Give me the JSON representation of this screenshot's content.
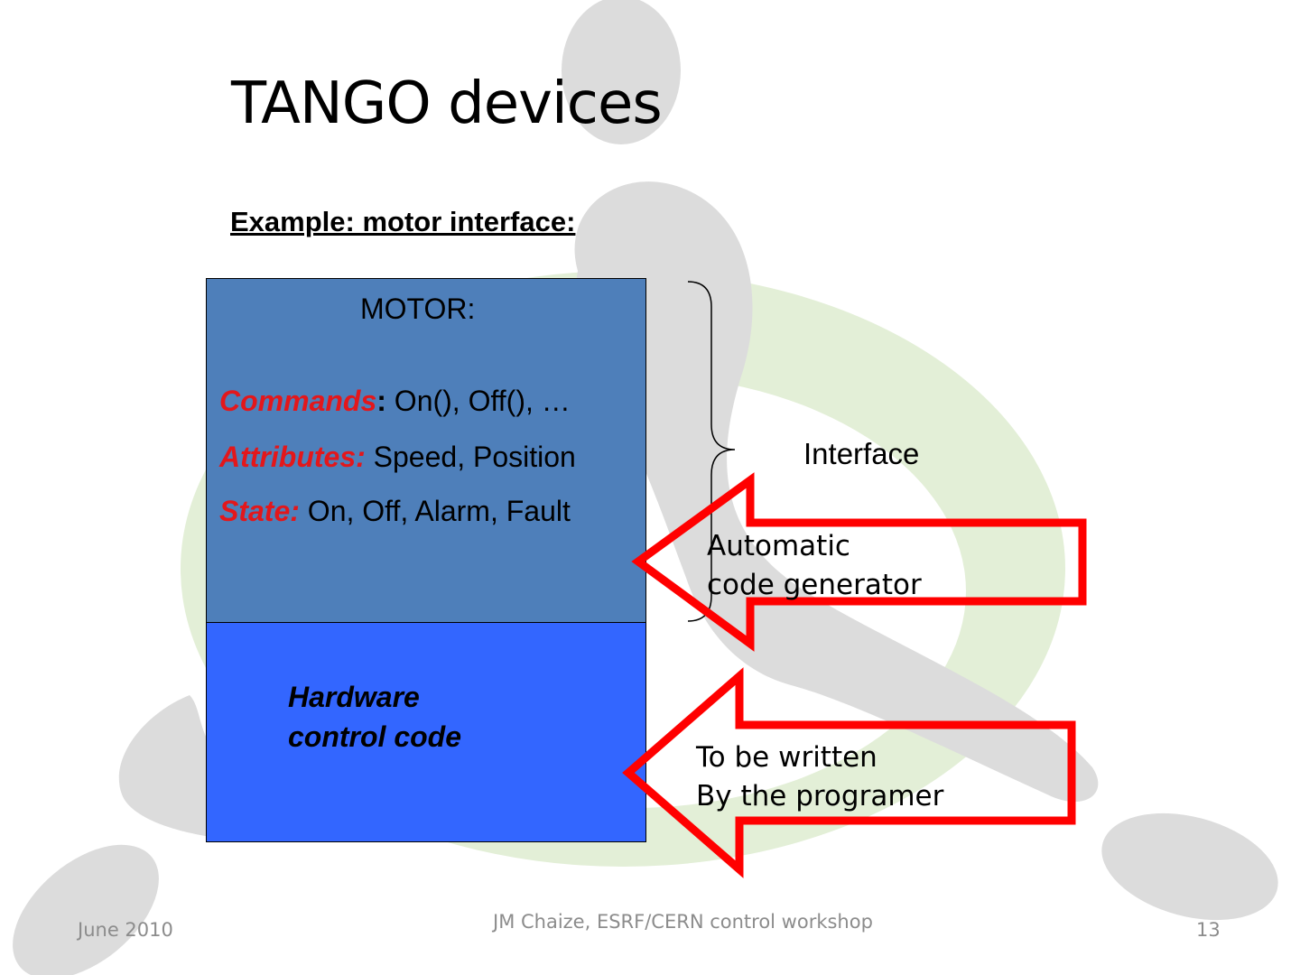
{
  "slide": {
    "title": "TANGO devices",
    "subtitle": "Example: motor interface:"
  },
  "motor_box": {
    "heading": "MOTOR:",
    "commands_key": "Commands",
    "commands_colon": ":",
    "commands_value": " On(), Off(), …",
    "attributes_key": "Attributes:",
    "attributes_value": " Speed, Position",
    "state_key": "State:",
    "state_value": " On, Off, Alarm, Fault"
  },
  "hardware_box": {
    "line1": "Hardware",
    "line2": "control code"
  },
  "annotations": {
    "interface": "Interface",
    "auto_line1": "Automatic",
    "auto_line2": "code generator",
    "written_line1": "To be written",
    "written_line2": "By the programer"
  },
  "footer": {
    "date": "June 2010",
    "center": "JM Chaize, ESRF/CERN control workshop",
    "page": "13"
  },
  "colors": {
    "box_top": "#4e7fba",
    "box_bottom": "#3366ff",
    "arrow": "#ff0000",
    "keyword": "#e3171b",
    "footer_text": "#8c8c8c"
  }
}
